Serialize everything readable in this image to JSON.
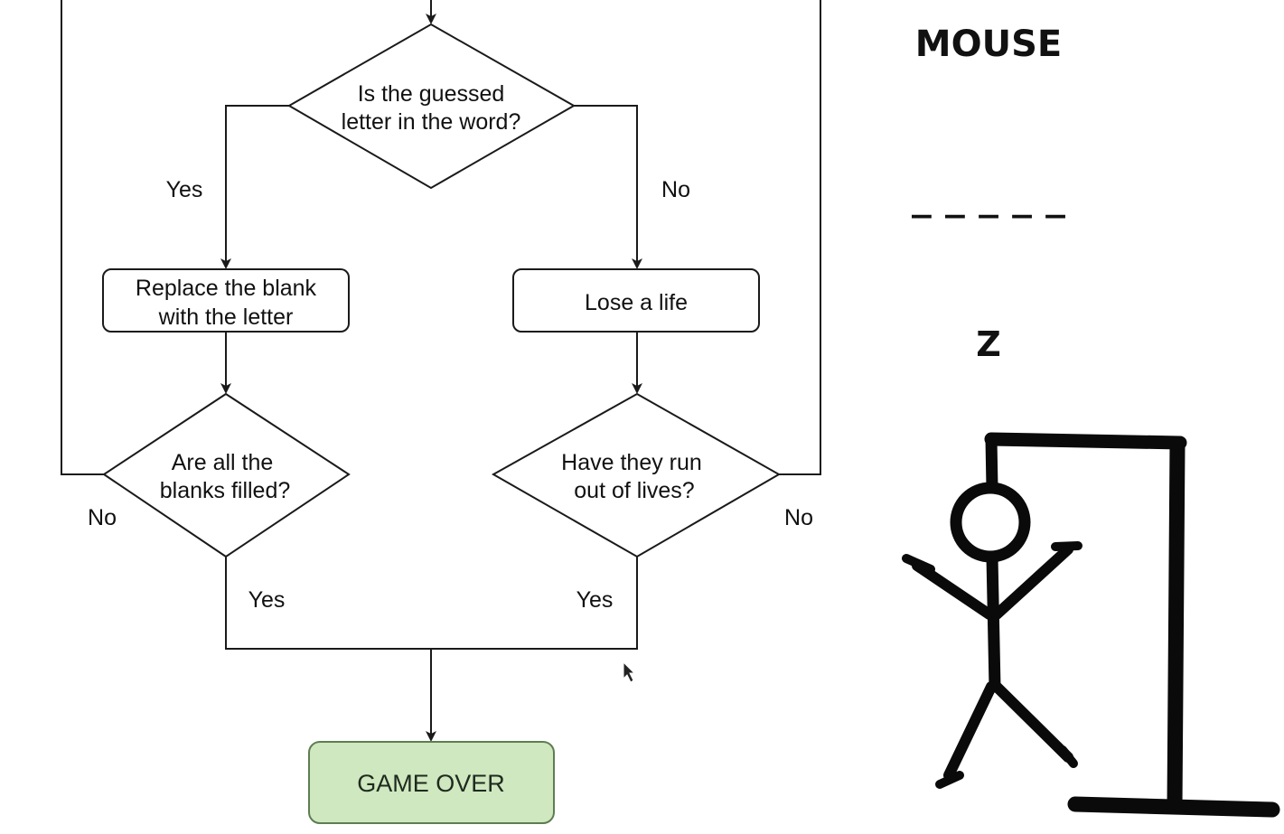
{
  "flowchart": {
    "decision_guess": [
      "Is the guessed",
      "letter in the word?"
    ],
    "process_replace": [
      "Replace the blank",
      "with the letter"
    ],
    "process_lose_life": [
      "Lose a life"
    ],
    "decision_blanks": [
      "Are all the",
      "blanks filled?"
    ],
    "decision_lives": [
      "Have they run",
      "out of lives?"
    ],
    "terminal_game_over": "GAME OVER",
    "edge_labels": {
      "guess_yes": "Yes",
      "guess_no": "No",
      "blanks_no": "No",
      "lives_no": "No",
      "blanks_yes": "Yes",
      "lives_yes": "Yes"
    }
  },
  "game": {
    "secret_word": "MOUSE",
    "blanks": "_ _ _ _ _",
    "guessed_letter": "Z"
  },
  "colors": {
    "stroke": "#1a1a1a",
    "game_over_fill": "#cfe8bf",
    "game_over_stroke": "#5e7d52",
    "hangman": "#0a0a0a"
  },
  "icons": [
    "hangman-drawing-icon",
    "mouse-cursor-icon"
  ]
}
